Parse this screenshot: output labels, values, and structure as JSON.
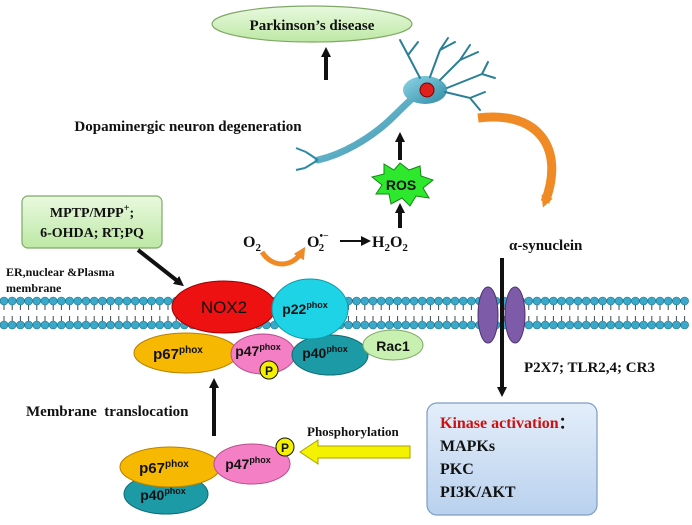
{
  "title_box": {
    "text": "Parkinson’s disease"
  },
  "neuron_label": "Dopaminergic neuron degeneration",
  "ros_label": "ROS",
  "toxins": {
    "line1": "MPTP/MPP",
    "line1_sup": "+",
    "line1_tail": ";",
    "line2": "6-OHDA; RT;PQ"
  },
  "reaction": {
    "o2": "O",
    "o2_sub": "2",
    "superoxide": "O",
    "superoxide_sub": "2",
    "superoxide_sup": "•−",
    "h2o2_a": "H",
    "h2o2_sub1": "2",
    "h2o2_b": "O",
    "h2o2_sub2": "2"
  },
  "alpha_synuclein": "α-synuclein",
  "membrane_label": {
    "line1": "ER,nuclear &Plasma",
    "line2": "membrane"
  },
  "complex": {
    "nox2": "NOX2",
    "p22": "p22",
    "p22_sup": "phox",
    "p67": "p67",
    "p67_sup": "phox",
    "p47": "p47",
    "p47_sup": "phox",
    "p40": "p40",
    "p40_sup": "phox",
    "rac1": "Rac1",
    "phos_marker": "P"
  },
  "receptors_label": "P2X7; TLR2,4; CR3",
  "kinase_box": {
    "title": "Kinase activation",
    "title_colon": "：",
    "items": [
      "MAPKs",
      "PKC",
      "PI3K/AKT"
    ]
  },
  "translocation_label": "Membrane  translocation",
  "phosphorylation_label": "Phosphorylation",
  "cytosol": {
    "p67": "p67",
    "p67_sup": "phox",
    "p47": "p47",
    "p47_sup": "phox",
    "p40": "p40",
    "p40_sup": "phox",
    "phos_marker": "P"
  },
  "colors": {
    "nox2": "#ee1111",
    "p22": "#1fd3e6",
    "p67": "#f6b800",
    "p47": "#f47fc4",
    "p40": "#1c9aa6",
    "rac1": "#c8f0b0",
    "ros": "#2ee82e",
    "toxin_box": "#cff0b8",
    "kinase_box": "#cfe0f4",
    "title_box": "#d8f5c4",
    "receptor": "#7d5ba8",
    "membrane": "#3aa8c8",
    "orange_arrow": "#f08a24",
    "yellow_arrow": "#f5f200"
  }
}
